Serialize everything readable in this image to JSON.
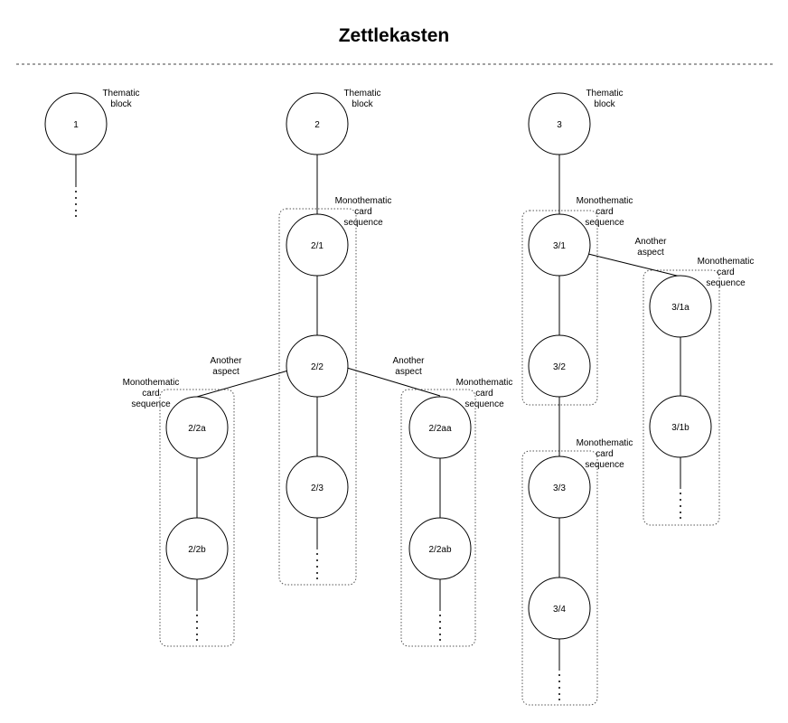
{
  "title": "Zettlekasten",
  "labels": {
    "thematic_block": [
      "Thematic",
      "block"
    ],
    "monothematic": [
      "Monothematic",
      "card",
      "sequence"
    ],
    "another_aspect": [
      "Another",
      "aspect"
    ]
  },
  "nodes": {
    "n1": "1",
    "n2": "2",
    "n3": "3",
    "n2_1": "2/1",
    "n2_2": "2/2",
    "n2_3": "2/3",
    "n2_2a": "2/2a",
    "n2_2b": "2/2b",
    "n2_2aa": "2/2aa",
    "n2_2ab": "2/2ab",
    "n3_1": "3/1",
    "n3_2": "3/2",
    "n3_3": "3/3",
    "n3_4": "3/4",
    "n3_1a": "3/1a",
    "n3_1b": "3/1b"
  }
}
